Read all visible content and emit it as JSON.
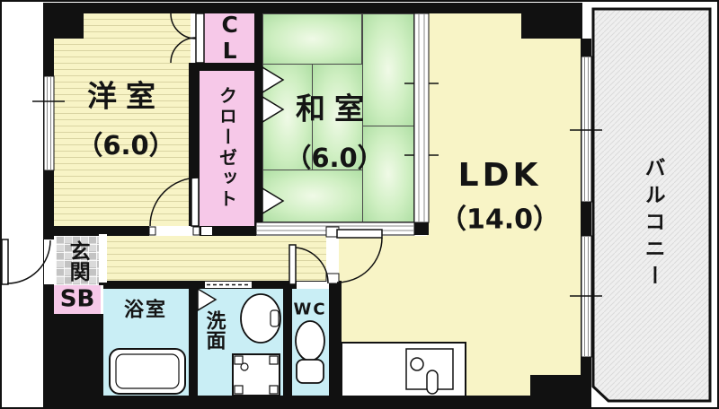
{
  "diagram": {
    "kind": "apartment-floor-plan"
  },
  "rooms": {
    "western_room": {
      "name": "洋室",
      "size": "（6.0）"
    },
    "japanese_room": {
      "name": "和室",
      "size": "（6.0）"
    },
    "ldk": {
      "name": "LDK",
      "size": "（14.0）"
    },
    "closet_cl": {
      "label": "CL"
    },
    "closet": {
      "label": "クローゼット"
    },
    "balcony": {
      "label": "バルコニー"
    },
    "entrance": {
      "label": "玄関"
    },
    "shoe_box": {
      "label": "SB"
    },
    "bathroom": {
      "label": "浴室"
    },
    "washroom": {
      "label": "洗面"
    },
    "wc": {
      "label": "WC"
    }
  },
  "colors": {
    "wall": "#111111",
    "flooring_cream": "#F8F4C6",
    "tatami_green": "#C4E9B9",
    "closet_pink": "#F6C8E8",
    "wet_area_cyan": "#C9EEF5",
    "balcony_gray": "#EFEFEF",
    "entrance_tile_gray": "#D2D2D2"
  }
}
